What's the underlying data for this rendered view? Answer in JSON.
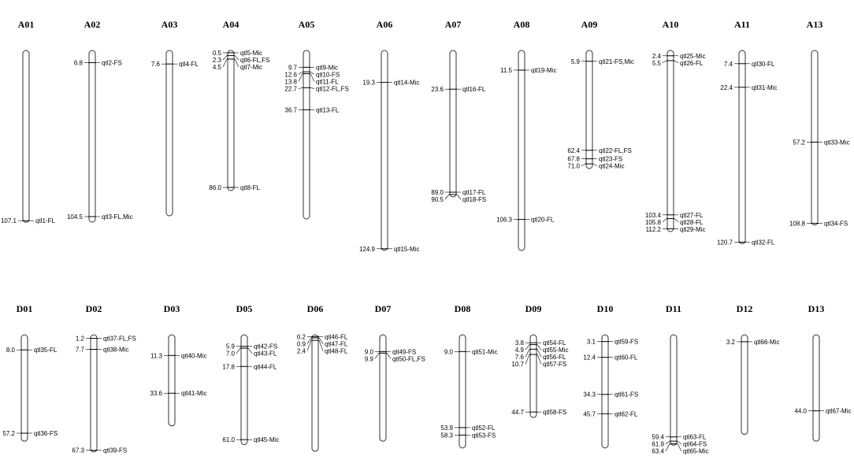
{
  "chart_data": {
    "type": "genetic-linkage-map",
    "rows": [
      {
        "chromosomes": [
          {
            "name": "A01",
            "length": 107.1,
            "qtls": [
              {
                "pos": 107.1,
                "label": "107.1",
                "name": "qtl1-FL"
              }
            ]
          },
          {
            "name": "A02",
            "length": 107,
            "qtls": [
              {
                "pos": 6.8,
                "label": "6.8",
                "name": "qtl2-FS"
              },
              {
                "pos": 104.5,
                "label": "104.5",
                "name": "qtl3-FL,Mic"
              }
            ]
          },
          {
            "name": "A03",
            "length": 103,
            "qtls": [
              {
                "pos": 7.6,
                "label": "7.6",
                "name": "qtl4-FL"
              }
            ]
          },
          {
            "name": "A04",
            "length": 87,
            "qtls": [
              {
                "pos": 0.5,
                "label": "0.5",
                "name": "qtl5-Mic"
              },
              {
                "pos": 2.3,
                "label": "2.3",
                "name": "qtl6-FL,FS"
              },
              {
                "pos": 4.5,
                "label": "4.5",
                "name": "qtl7-Mic"
              },
              {
                "pos": 86.0,
                "label": "86.0",
                "name": "qtl8-FL"
              }
            ]
          },
          {
            "name": "A05",
            "length": 105,
            "qtls": [
              {
                "pos": 9.7,
                "label": "9.7",
                "name": "qtl9-Mic"
              },
              {
                "pos": 12.6,
                "label": "12.6",
                "name": "qtl10-FS"
              },
              {
                "pos": 13.8,
                "label": "13.8",
                "name": "qtl11-FL"
              },
              {
                "pos": 22.7,
                "label": "22.7",
                "name": "qtl12-FL,FS"
              },
              {
                "pos": 36.7,
                "label": "36.7",
                "name": "qtl13-FL"
              }
            ]
          },
          {
            "name": "A06",
            "length": 124.9,
            "qtls": [
              {
                "pos": 19.3,
                "label": "19.3",
                "name": "qtl14-Mic"
              },
              {
                "pos": 124.9,
                "label": "124.9",
                "name": "qtl15-Mic"
              }
            ]
          },
          {
            "name": "A07",
            "length": 91,
            "qtls": [
              {
                "pos": 23.6,
                "label": "23.6",
                "name": "qtl16-FL"
              },
              {
                "pos": 89.0,
                "label": "89.0",
                "name": "qtl17-FL"
              },
              {
                "pos": 90.5,
                "label": "90.5",
                "name": "qtl18-FS"
              }
            ]
          },
          {
            "name": "A08",
            "length": 125,
            "qtls": [
              {
                "pos": 11.5,
                "label": "11.5",
                "name": "qtl19-Mic"
              },
              {
                "pos": 106.3,
                "label": "106.3",
                "name": "qtl20-FL"
              }
            ]
          },
          {
            "name": "A09",
            "length": 73,
            "qtls": [
              {
                "pos": 5.9,
                "label": "5.9",
                "name": "qtl21-FS,Mic"
              },
              {
                "pos": 62.4,
                "label": "62.4",
                "name": "qtl22-FL,FS"
              },
              {
                "pos": 67.8,
                "label": "67.8",
                "name": "qtl23-FS"
              },
              {
                "pos": 71.0,
                "label": "71.0",
                "name": "qtl24-Mic"
              }
            ]
          },
          {
            "name": "A10",
            "length": 113,
            "qtls": [
              {
                "pos": 2.4,
                "label": "2.4",
                "name": "qtl25-Mic"
              },
              {
                "pos": 5.5,
                "label": "5.5",
                "name": "qtl26-FL"
              },
              {
                "pos": 103.4,
                "label": "103.4",
                "name": "qtl27-FL"
              },
              {
                "pos": 105.8,
                "label": "105.8",
                "name": "qtl28-FL"
              },
              {
                "pos": 112.2,
                "label": "112.2",
                "name": "qtl29-Mic"
              }
            ]
          },
          {
            "name": "A11",
            "length": 120.7,
            "qtls": [
              {
                "pos": 7.4,
                "label": "7.4",
                "name": "qtl30-FL"
              },
              {
                "pos": 22.4,
                "label": "22.4",
                "name": "qtl31-Mic"
              },
              {
                "pos": 120.7,
                "label": "120.7",
                "name": "qtl32-FL"
              }
            ]
          },
          {
            "name": "A13",
            "length": 108.8,
            "qtls": [
              {
                "pos": 57.2,
                "label": "57.2",
                "name": "qtl33-Mic"
              },
              {
                "pos": 108.8,
                "label": "108.8",
                "name": "qtl34-FS"
              }
            ]
          }
        ]
      },
      {
        "chromosomes": [
          {
            "name": "D01",
            "length": 61,
            "qtls": [
              {
                "pos": 8.0,
                "label": "8.0",
                "name": "qtl35-FL"
              },
              {
                "pos": 57.2,
                "label": "57.2",
                "name": "qtl36-FS"
              }
            ]
          },
          {
            "name": "D02",
            "length": 67.3,
            "qtls": [
              {
                "pos": 1.2,
                "label": "1.2",
                "name": "qtl37-FL,FS"
              },
              {
                "pos": 7.7,
                "label": "7.7",
                "name": "qtl38-Mic"
              },
              {
                "pos": 67.3,
                "label": "67.3",
                "name": "qtl39-FS"
              }
            ]
          },
          {
            "name": "D03",
            "length": 52,
            "qtls": [
              {
                "pos": 11.3,
                "label": "11.3",
                "name": "qtl40-Mic"
              },
              {
                "pos": 33.6,
                "label": "33.6",
                "name": "qtl41-Mic"
              }
            ]
          },
          {
            "name": "D05",
            "length": 63,
            "qtls": [
              {
                "pos": 5.9,
                "label": "5.9",
                "name": "qtl42-FS"
              },
              {
                "pos": 7.0,
                "label": "7.0",
                "name": "qtl43-FL"
              },
              {
                "pos": 17.8,
                "label": "17.8",
                "name": "qtl44-FL"
              },
              {
                "pos": 61.0,
                "label": "61.0",
                "name": "qtl45-Mic"
              }
            ]
          },
          {
            "name": "D06",
            "length": 67,
            "qtls": [
              {
                "pos": 0.2,
                "label": "0.2",
                "name": "qtl46-FL"
              },
              {
                "pos": 0.9,
                "label": "0.9",
                "name": "qtl47-FL"
              },
              {
                "pos": 2.4,
                "label": "2.4",
                "name": "qtl48-FL"
              }
            ]
          },
          {
            "name": "D07",
            "length": 61,
            "qtls": [
              {
                "pos": 9.0,
                "label": "9.0",
                "name": "qtl49-FS"
              },
              {
                "pos": 9.9,
                "label": "9.9",
                "name": "qtl50-FL,FS"
              }
            ]
          },
          {
            "name": "D08",
            "length": 65,
            "qtls": [
              {
                "pos": 9.0,
                "label": "9.0",
                "name": "qtl51-Mic"
              },
              {
                "pos": 53.9,
                "label": "53.9",
                "name": "qtl52-FL"
              },
              {
                "pos": 58.3,
                "label": "58.3",
                "name": "qtl53-FS"
              }
            ]
          },
          {
            "name": "D09",
            "length": 47,
            "qtls": [
              {
                "pos": 3.8,
                "label": "3.8",
                "name": "qtl54-FL"
              },
              {
                "pos": 4.9,
                "label": "4.9",
                "name": "qtl55-Mic"
              },
              {
                "pos": 7.6,
                "label": "7.6",
                "name": "qtl56-FL"
              },
              {
                "pos": 10.7,
                "label": "10.7",
                "name": "qtl57-FS"
              },
              {
                "pos": 44.7,
                "label": "44.7",
                "name": "qtl58-FS"
              }
            ]
          },
          {
            "name": "D10",
            "length": 65,
            "qtls": [
              {
                "pos": 3.1,
                "label": "3.1",
                "name": "qtl59-FS"
              },
              {
                "pos": 12.4,
                "label": "12.4",
                "name": "qtl60-FL"
              },
              {
                "pos": 34.3,
                "label": "34.3",
                "name": "qtl61-FS"
              },
              {
                "pos": 45.7,
                "label": "45.7",
                "name": "qtl62-FL"
              }
            ]
          },
          {
            "name": "D11",
            "length": 63.4,
            "qtls": [
              {
                "pos": 59.4,
                "label": "59.4",
                "name": "qtl63-FL"
              },
              {
                "pos": 61.9,
                "label": "61.9",
                "name": "qtl64-FS"
              },
              {
                "pos": 63.4,
                "label": "63.4",
                "name": "qtl65-Mic"
              }
            ]
          },
          {
            "name": "D12",
            "length": 57,
            "qtls": [
              {
                "pos": 3.2,
                "label": "3.2",
                "name": "qtl66-Mic"
              }
            ]
          },
          {
            "name": "D13",
            "length": 61,
            "qtls": [
              {
                "pos": 44.0,
                "label": "44.0",
                "name": "qtl67-Mic"
              }
            ]
          }
        ]
      }
    ]
  }
}
